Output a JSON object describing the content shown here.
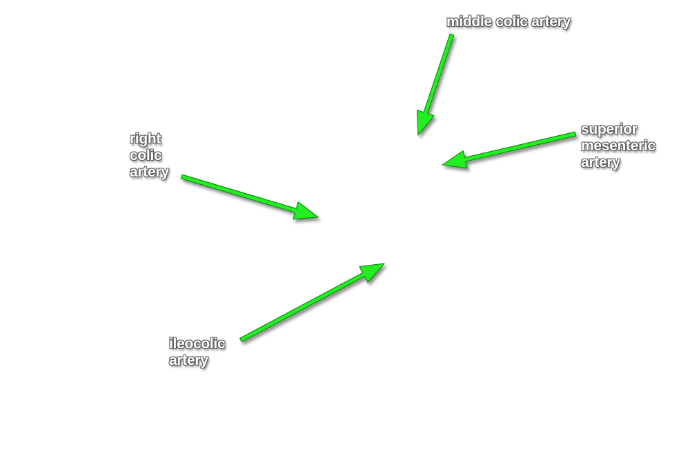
{
  "labels": {
    "middle_colic": [
      "middle colic artery"
    ],
    "superior_mesenteric": [
      "superior",
      "mesenteric",
      "artery"
    ],
    "right_colic": [
      "right",
      "colic",
      "artery"
    ],
    "ileocolic": [
      "ileocolic",
      "artery"
    ]
  },
  "colors": {
    "arrow_fill": "#22ee22",
    "arrow_stroke": "#0a7a0a",
    "label_text": "#ffffff",
    "label_outline": "#5a5a5a",
    "background": "#ffffff"
  }
}
